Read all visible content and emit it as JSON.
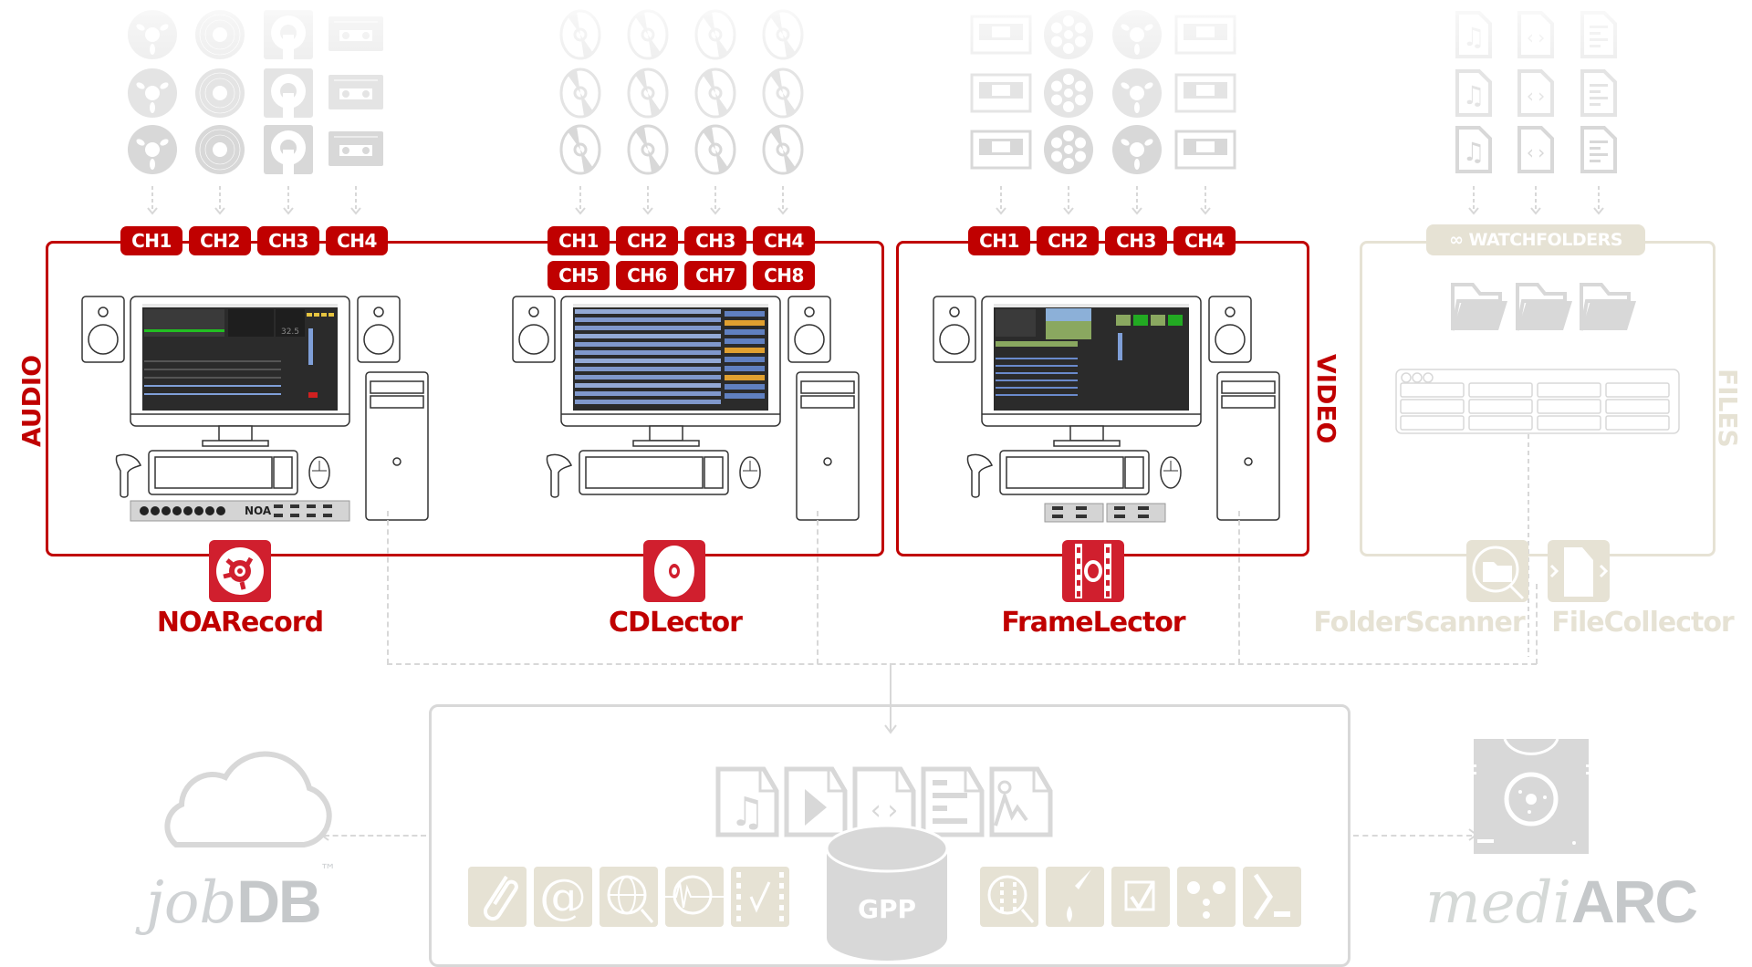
{
  "sections": {
    "audio": {
      "label": "AUDIO"
    },
    "video": {
      "label": "VIDEO"
    },
    "files": {
      "label": "FILES"
    }
  },
  "channels": {
    "noarecord": [
      "CH1",
      "CH2",
      "CH3",
      "CH4"
    ],
    "cdlector": [
      "CH1",
      "CH2",
      "CH3",
      "CH4",
      "CH5",
      "CH6",
      "CH7",
      "CH8"
    ],
    "framelector": [
      "CH1",
      "CH2",
      "CH3",
      "CH4"
    ]
  },
  "watchfolders": {
    "icon": "infinity-icon",
    "symbol": "∞",
    "label": "WATCHFOLDERS"
  },
  "products": {
    "noarecord": {
      "name": "NOARecord",
      "icon": "reel-icon"
    },
    "cdlector": {
      "name": "CDLector",
      "icon": "cd-icon"
    },
    "framelector": {
      "name": "FrameLector",
      "icon": "film-icon"
    },
    "folderscanner": {
      "name": "FolderScanner",
      "icon": "folder-search-icon"
    },
    "filecollector": {
      "name": "FileCollector",
      "icon": "file-transfer-icon"
    }
  },
  "media_sources": {
    "noarecord": [
      "reel-to-reel",
      "vinyl",
      "dat",
      "cassette"
    ],
    "cdlector": [
      "cd",
      "cd",
      "cd",
      "cd"
    ],
    "framelector": [
      "vhs",
      "film-reel",
      "reel-to-reel",
      "vhs"
    ],
    "files": [
      "audio-file",
      "code-file",
      "text-file"
    ]
  },
  "workstation": {
    "monitor_readout": "32.5",
    "interface_brand": "NOA"
  },
  "gpp": {
    "label": "GPP",
    "file_types": [
      "audio-file",
      "video-file",
      "code-file",
      "text-file",
      "image-file"
    ],
    "left_tools": [
      "attachment",
      "email",
      "web-search",
      "audio-analysis",
      "video-check"
    ],
    "right_tools": [
      "video-search",
      "cleanup",
      "checkbox",
      "workflow",
      "terminal"
    ]
  },
  "jobdb": {
    "italic": "job",
    "bold": "DB",
    "tm": "™"
  },
  "mediarc": {
    "italic": "medi",
    "bold": "ARC"
  },
  "colors": {
    "accent": "#c00000",
    "logo_red": "#d01f2e",
    "files_beige": "#e6e2d4",
    "muted_gray": "#d8d8d8"
  }
}
